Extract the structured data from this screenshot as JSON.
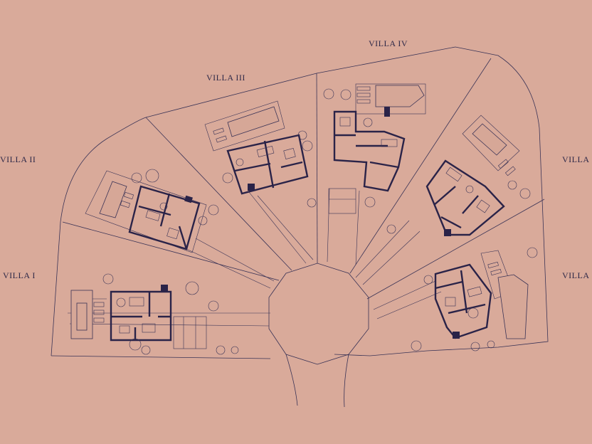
{
  "labels": {
    "villa_1": "VILLA I",
    "villa_2": "VILLA II",
    "villa_3": "VILLA III",
    "villa_4": "VILLA IV",
    "villa_5": "VILLA",
    "villa_6": "VILLA"
  },
  "colors": {
    "background": "#d9aa9a",
    "ink": "#2f2948"
  }
}
